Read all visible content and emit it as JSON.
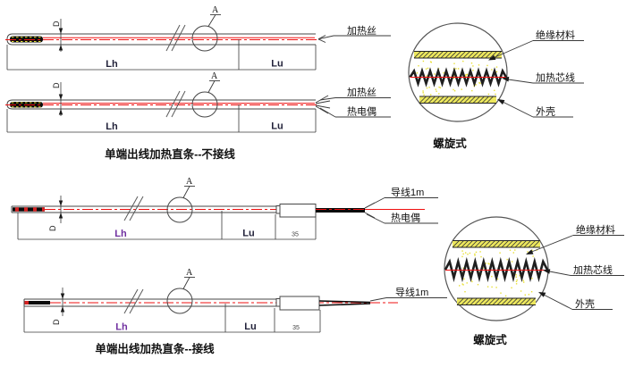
{
  "colors": {
    "red_centerline": "#ef1010",
    "yellow_insulation": "#e8df35",
    "outline": "#474747",
    "purple_dim_label": "#7030a0"
  },
  "rod1": {
    "detail_marker": "A",
    "diameter_label": "D",
    "dim_heated": "Lh",
    "dim_unheated": "Lu",
    "label_heating_wire": "加热丝"
  },
  "rod2": {
    "detail_marker": "A",
    "diameter_label": "D",
    "dim_heated": "Lh",
    "dim_unheated": "Lu",
    "label_heating_wire": "加热丝",
    "label_thermocouple": "热电偶"
  },
  "caption_unwired": "单端出线加热直条--不接线",
  "rod3": {
    "detail_marker": "A",
    "diameter_label": "D",
    "dim_heated": "Lh",
    "dim_unheated": "Lu",
    "dim_lead": "35",
    "label_lead_wire": "导线1m",
    "label_thermocouple": "热电偶"
  },
  "rod4": {
    "detail_marker": "A",
    "diameter_label": "D",
    "dim_heated": "Lh",
    "dim_unheated": "Lu",
    "dim_lead": "35",
    "label_lead_wire": "导线1m"
  },
  "caption_wired": "单端出线加热直条--接线",
  "detail_top": {
    "label_insulation": "绝缘材料",
    "label_core": "加热芯线",
    "label_sheath": "外壳",
    "caption": "螺旋式"
  },
  "detail_bottom": {
    "label_insulation": "绝缘材料",
    "label_core": "加热芯线",
    "label_sheath": "外壳",
    "caption": "螺旋式"
  }
}
